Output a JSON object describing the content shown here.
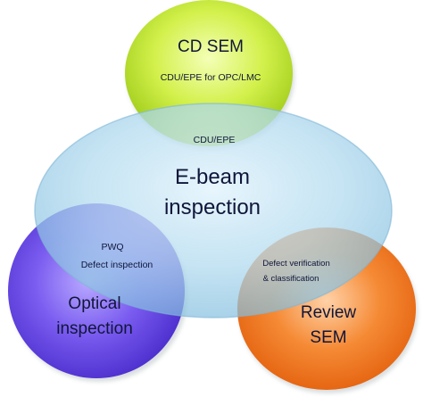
{
  "diagram": {
    "cd_sem": {
      "title": "CD SEM",
      "subtitle": "CDU/EPE for OPC/LMC"
    },
    "ebeam": {
      "title_line1": "E-beam",
      "title_line2": "inspection"
    },
    "optical": {
      "title_line1": "Optical",
      "title_line2": "inspection"
    },
    "review": {
      "title_line1": "Review",
      "title_line2": "SEM"
    },
    "overlaps": {
      "cd_ebeam": "CDU/EPE",
      "optical_ebeam_line1": "PWQ",
      "optical_ebeam_line2": "Defect inspection",
      "review_ebeam_line1": "Defect verification",
      "review_ebeam_line2": "& classification"
    },
    "colors": {
      "cd_sem": "#c8ec3a",
      "ebeam": "#a9d4ec",
      "optical": "#6a50ea",
      "review": "#f07a22"
    }
  }
}
